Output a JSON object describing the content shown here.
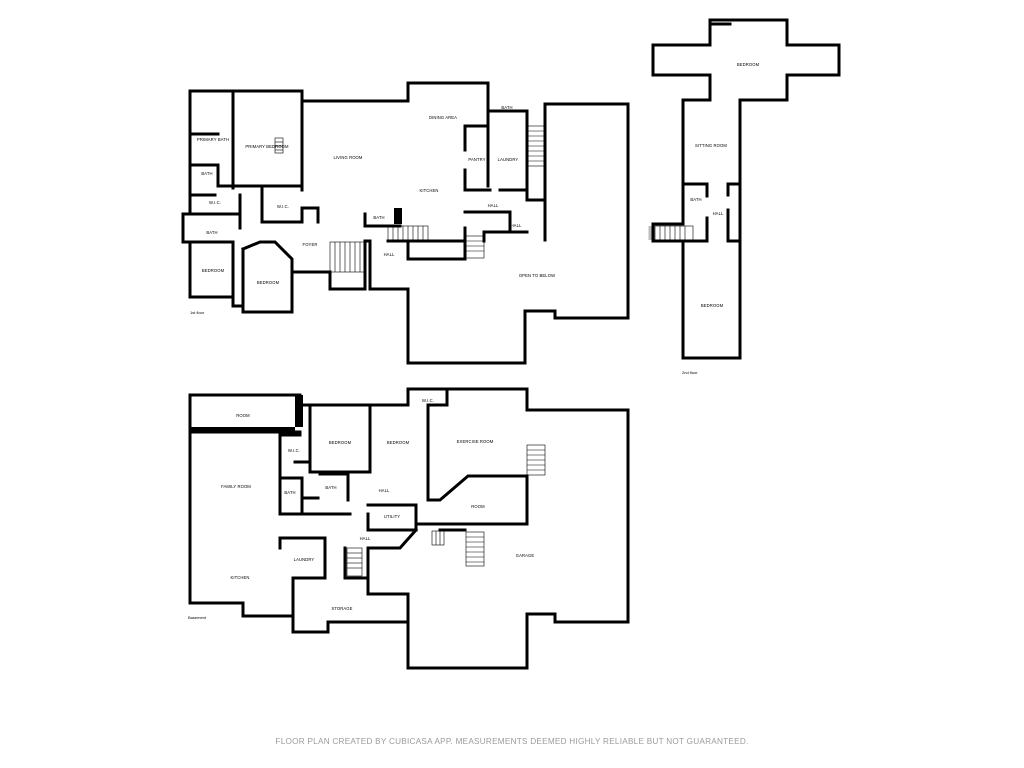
{
  "floors": {
    "first": {
      "label": "1st floor",
      "rooms": {
        "primary_bath": "PRIMARY BATH",
        "primary_bedroom": "PRIMARY BEDROOM",
        "living_room": "LIVING ROOM",
        "dining_area": "DINING AREA",
        "bath_top": "BATH",
        "pantry": "PANTRY",
        "laundry": "LAUNDRY",
        "kitchen": "KITCHEN",
        "bath_small": "BATH",
        "wic_left": "W.I.C.",
        "wic_center": "W.I.C.",
        "bath_mid": "BATH",
        "hall_right": "HALL",
        "hall_center": "HALL",
        "bath_left": "BATH",
        "foyer": "FOYER",
        "hall_stair": "HALL",
        "bedroom_left": "BEDROOM",
        "bedroom_center": "BEDROOM",
        "open_to_below": "OPEN TO BELOW"
      }
    },
    "second": {
      "label": "2nd floor",
      "rooms": {
        "bedroom_top": "BEDROOM",
        "sitting_room": "SITTING ROOM",
        "bath": "BATH",
        "hall": "HALL",
        "bedroom_bottom": "BEDROOM"
      }
    },
    "basement": {
      "label": "Basement",
      "rooms": {
        "room_top": "ROOM",
        "wic_top": "W.I.C.",
        "bedroom_a": "BEDROOM",
        "bedroom_b": "BEDROOM",
        "exercise_room": "EXERCISE ROOM",
        "wic_left": "W.I.C.",
        "family_room": "FAMILY ROOM",
        "bath_a": "BATH",
        "bath_b": "BATH",
        "hall_top": "HALL",
        "room_mid": "ROOM",
        "utility": "UTILITY",
        "hall_bottom": "HALL",
        "laundry": "LAUNDRY",
        "garage": "GARAGE",
        "kitchen": "KITCHEN",
        "storage": "STORAGE"
      }
    }
  },
  "footer_text": "FLOOR PLAN CREATED BY CUBICASA APP. MEASUREMENTS DEEMED HIGHLY RELIABLE BUT NOT GUARANTEED."
}
